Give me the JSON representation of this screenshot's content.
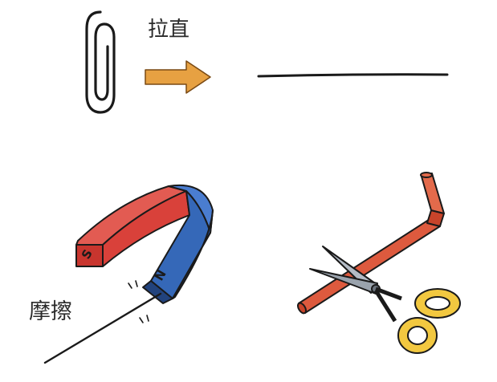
{
  "labels": {
    "straighten": "拉直",
    "rub": "摩擦"
  },
  "magnet": {
    "pole_south": "S",
    "pole_north": "N"
  },
  "icons": {
    "paperclip": "paperclip-icon",
    "arrow": "arrow-right-icon",
    "wire": "straight-wire-icon",
    "magnet": "horseshoe-magnet-icon",
    "needle": "needle-icon",
    "straw": "bent-straw-icon",
    "scissors": "scissors-icon"
  },
  "colors": {
    "magnet_red": "#d9413a",
    "magnet_blue": "#3568b8",
    "arrow_orange": "#e7a142",
    "straw_red": "#dd5a3e",
    "scissor_handle": "#f2c840",
    "blade_gray": "#9aa3ad",
    "ink": "#1a1a1a"
  }
}
